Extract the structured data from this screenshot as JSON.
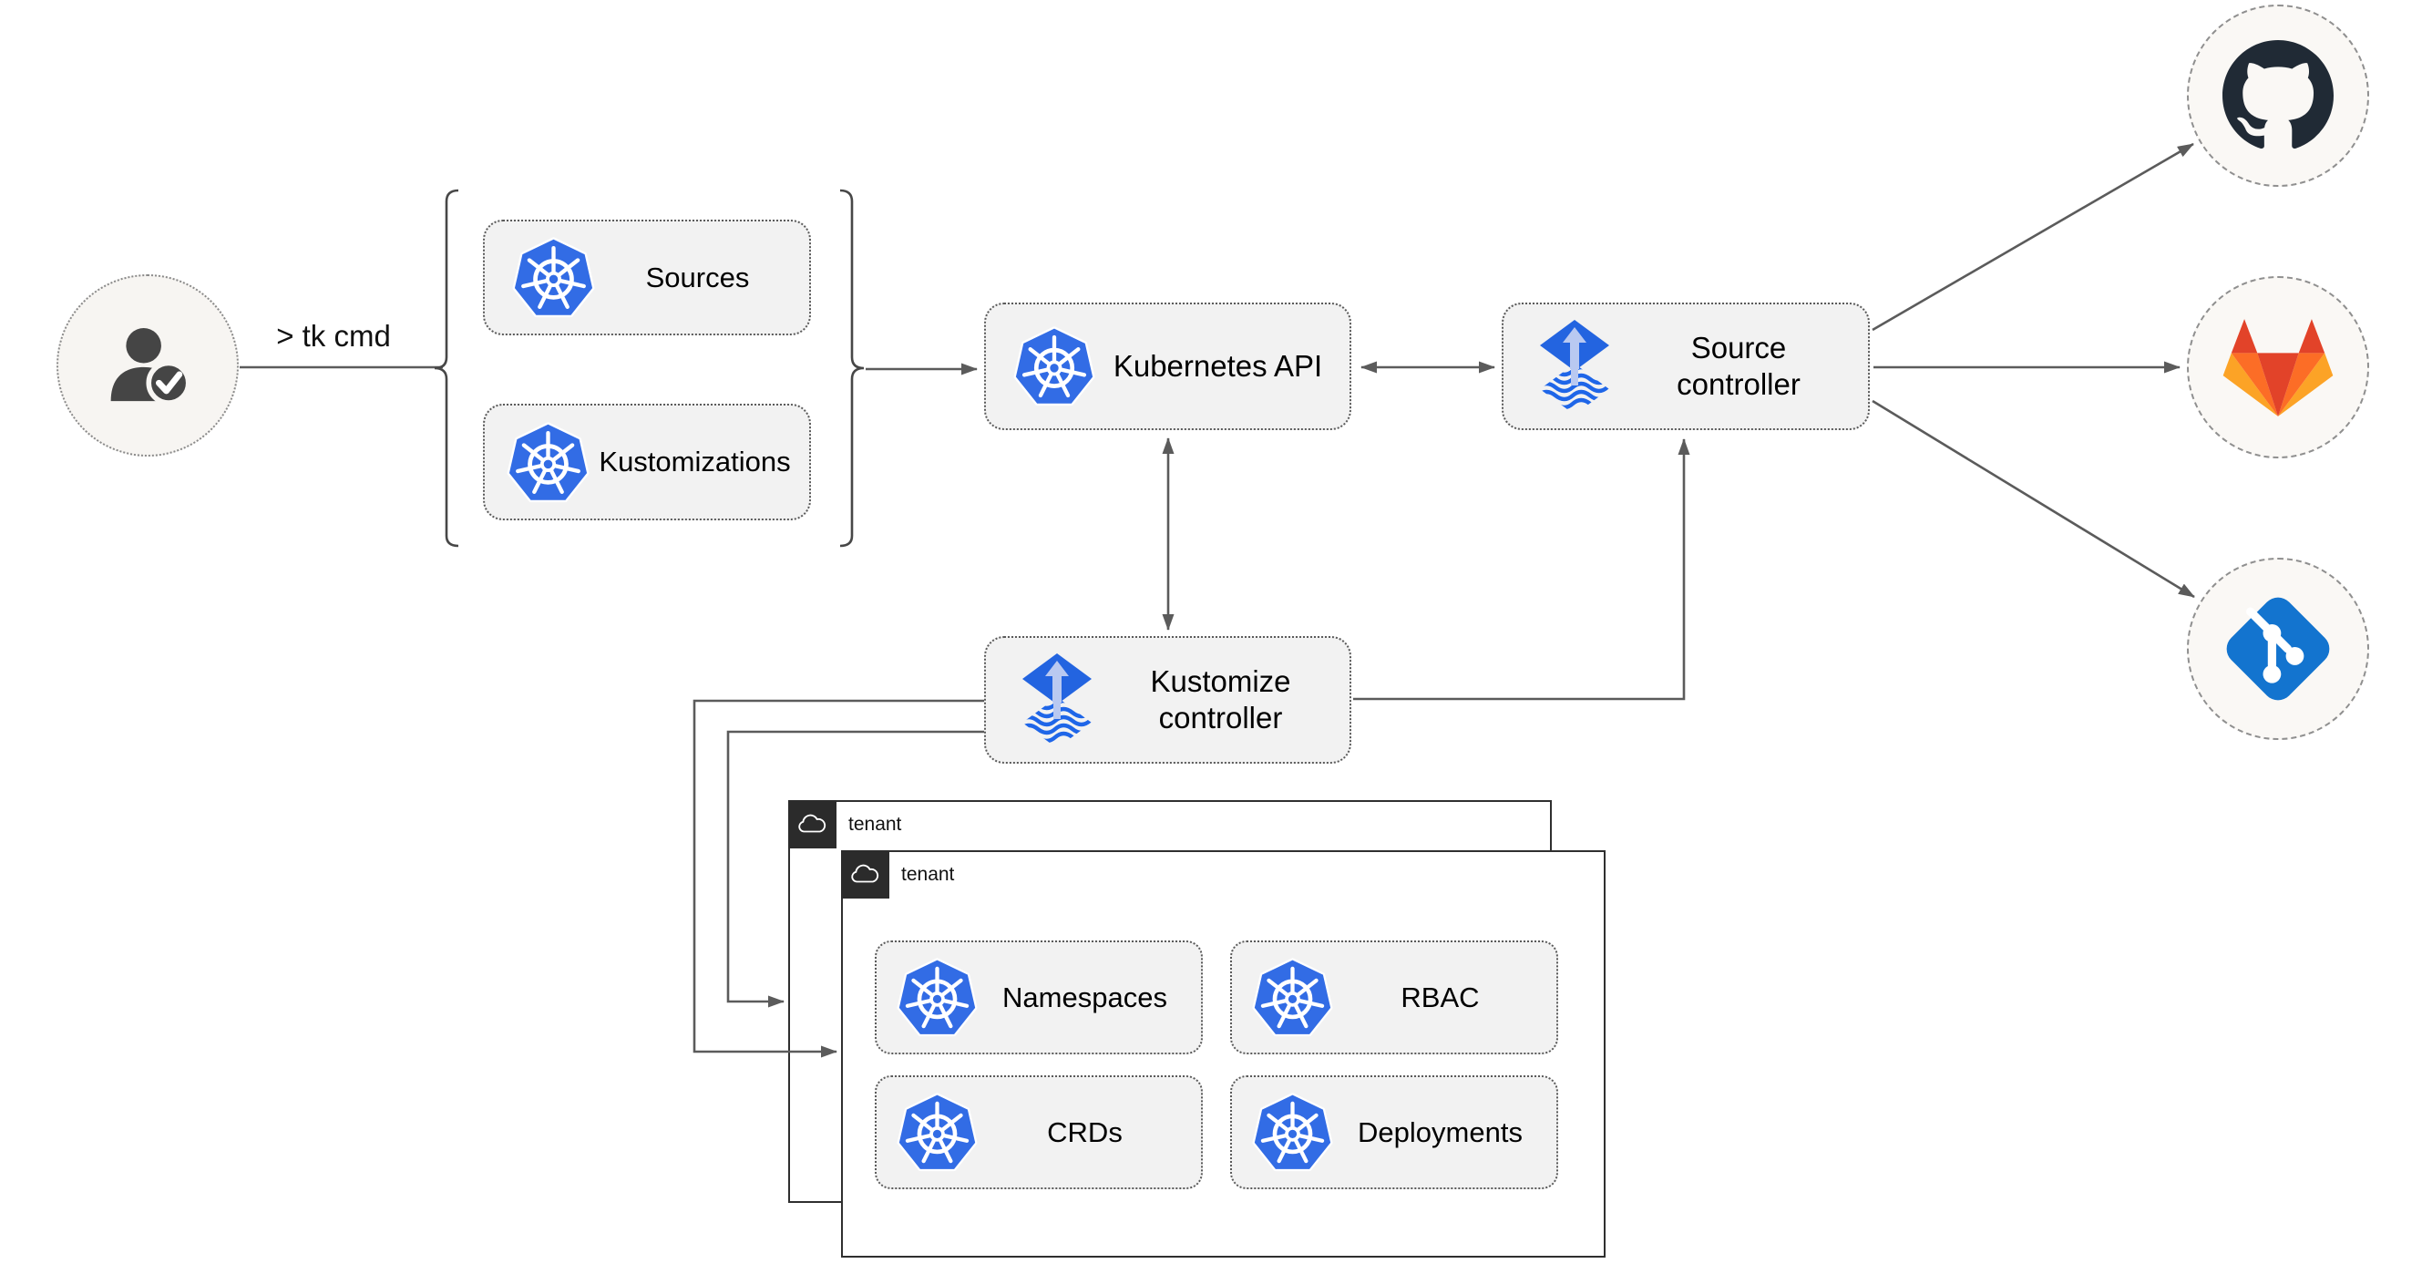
{
  "cli": {
    "label": "> tk cmd"
  },
  "crd_group": {
    "items": [
      {
        "label": "Sources"
      },
      {
        "label": "Kustomizations"
      }
    ]
  },
  "nodes": {
    "kubernetes_api": {
      "label": "Kubernetes API"
    },
    "source_controller": {
      "label": "Source controller"
    },
    "kustomize_controller": {
      "label": "Kustomize controller"
    }
  },
  "tenants": {
    "back": {
      "label": "tenant"
    },
    "front": {
      "label": "tenant"
    },
    "resources": [
      {
        "label": "Namespaces"
      },
      {
        "label": "RBAC"
      },
      {
        "label": "CRDs"
      },
      {
        "label": "Deployments"
      }
    ]
  },
  "providers": [
    {
      "name": "github-icon"
    },
    {
      "name": "gitlab-icon"
    },
    {
      "name": "git-icon"
    }
  ],
  "icon_names": [
    "kubernetes-icon",
    "flux-icon",
    "cloud-icon",
    "user-check-icon",
    "github-icon",
    "gitlab-icon",
    "git-icon"
  ],
  "colors": {
    "kubernetes_blue": "#326ce5",
    "flux_blue": "#2364e0",
    "flux_arrow_light": "#b9c9f1",
    "github_dark": "#202a35",
    "gitlab_red": "#e24329",
    "gitlab_orange": "#fc6d26",
    "gitlab_light_orange": "#fca326",
    "git_blue": "#1374cf",
    "arrow_gray": "#5b5b5b",
    "node_fill": "#f2f2f2",
    "tenant_tab": "#2b2b2b",
    "circle_fill": "#faf8f5"
  }
}
